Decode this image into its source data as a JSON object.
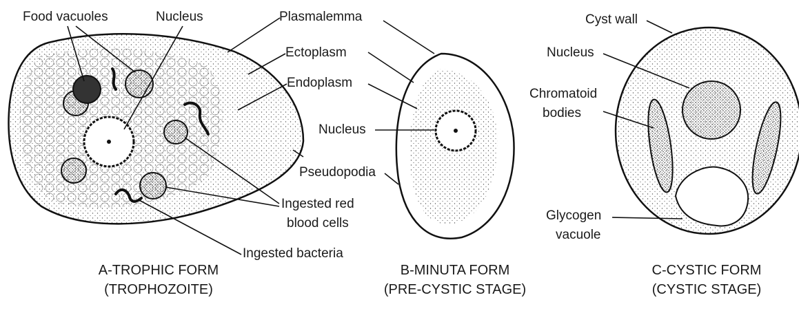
{
  "labels": {
    "food_vacuoles": "Food vacuoles",
    "nucleus_a": "Nucleus",
    "plasmalemma": "Plasmalemma",
    "ectoplasm": "Ectoplasm",
    "endoplasm": "Endoplasm",
    "nucleus_b": "Nucleus",
    "pseudopodia": "Pseudopodia",
    "ingested_rbc_line1": "Ingested red",
    "ingested_rbc_line2": "blood cells",
    "ingested_bacteria": "Ingested bacteria",
    "cyst_wall": "Cyst wall",
    "nucleus_c": "Nucleus",
    "chromatoid_line1": "Chromatoid",
    "chromatoid_line2": "bodies",
    "glycogen_line1": "Glycogen",
    "glycogen_line2": "vacuole"
  },
  "captions": {
    "a_line1": "A-TROPHIC FORM",
    "a_line2": "(TROPHOZOITE)",
    "b_line1": "B-MINUTA FORM",
    "b_line2": "(PRE-CYSTIC STAGE)",
    "c_line1": "C-CYSTIC FORM",
    "c_line2": "(CYSTIC STAGE)"
  }
}
